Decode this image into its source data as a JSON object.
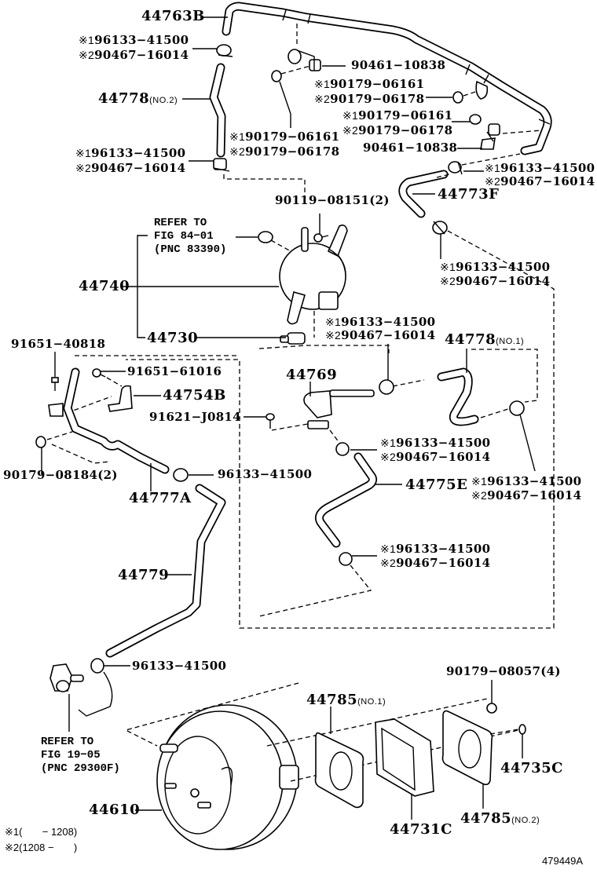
{
  "diagram": {
    "title": "Brake booster & vacuum tube parts diagram",
    "diagram_number": "479449A",
    "notes": [
      {
        "mark": "※1",
        "text": "(       − 1208)"
      },
      {
        "mark": "※2",
        "text": "(1208 −       )"
      }
    ]
  },
  "labels": {
    "tube_44763B": "44763B",
    "clamp_top_left_1": {
      "mark": "※1",
      "pn": "96133−41500"
    },
    "clamp_top_left_2": {
      "mark": "※2",
      "pn": "90467−16014"
    },
    "hose_44778_no2": {
      "pn": "44778",
      "sub": "(NO.2)"
    },
    "clamp_mid_left_1": {
      "mark": "※1",
      "pn": "96133−41500"
    },
    "clamp_mid_left_2": {
      "mark": "※2",
      "pn": "90467−16014"
    },
    "union_top": "90461−10838",
    "nut_a_1": {
      "mark": "※1",
      "pn": "90179−06161"
    },
    "nut_a_2": {
      "mark": "※2",
      "pn": "90179−06178"
    },
    "nut_b_1": {
      "mark": "※1",
      "pn": "90179−06161"
    },
    "nut_b_2": {
      "mark": "※2",
      "pn": "90179−06178"
    },
    "nut_c_1": {
      "mark": "※1",
      "pn": "90179−06161"
    },
    "nut_c_2": {
      "mark": "※2",
      "pn": "90179−06178"
    },
    "union_mid": "90461−10838",
    "clamp_right_1": {
      "mark": "※1",
      "pn": "96133−41500"
    },
    "clamp_right_2": {
      "mark": "※2",
      "pn": "90467−16014"
    },
    "hose_44773F": "44773F",
    "bolt_tank": "90119−08151(2)",
    "refer_fig84": [
      "REFER TO",
      "FIG 84−01",
      "(PNC 83390)"
    ],
    "tank_44740": "44740",
    "clamp_tank_1": {
      "mark": "※1",
      "pn": "96133−41500"
    },
    "clamp_tank_2": {
      "mark": "※2",
      "pn": "90467−16014"
    },
    "valve_44730": "44730",
    "clamp_valve_1": {
      "mark": "※1",
      "pn": "96133−41500"
    },
    "clamp_valve_2": {
      "mark": "※2",
      "pn": "90467−16014"
    },
    "hose_44778_no1": {
      "pn": "44778",
      "sub": "(NO.1)"
    },
    "bolt_91651_40818": "91651−40818",
    "bolt_91651_61016": "91651−61016",
    "bracket_44754B": "44754B",
    "pipe_44769": "44769",
    "bolt_91621_J0814": "91621−J0814",
    "nut_90179_08184": "90179−08184(2)",
    "pipe_44777A": "44777A",
    "clamp_44777A": "96133−41500",
    "clamp_44775E_top_1": {
      "mark": "※1",
      "pn": "96133−41500"
    },
    "clamp_44775E_top_2": {
      "mark": "※2",
      "pn": "90467−16014"
    },
    "hose_44775E": "44775E",
    "clamp_no1_right_1": {
      "mark": "※1",
      "pn": "96133−41500"
    },
    "clamp_no1_right_2": {
      "mark": "※2",
      "pn": "90467−16014"
    },
    "clamp_44775E_bot_1": {
      "mark": "※1",
      "pn": "96133−41500"
    },
    "clamp_44775E_bot_2": {
      "mark": "※2",
      "pn": "90467−16014"
    },
    "hose_44779": "44779",
    "clamp_bottom": "96133−41500",
    "refer_fig19": [
      "REFER TO",
      "FIG 19−05",
      "(PNC 29300F)"
    ],
    "nut_90179_08057": "90179−08057(4)",
    "gasket_44785_no1": {
      "pn": "44785",
      "sub": "(NO.1)"
    },
    "spacer_44731C": "44731C",
    "gasket_44785_no2": {
      "pn": "44785",
      "sub": "(NO.2)"
    },
    "pin_44735C": "44735C",
    "booster_44610": "44610"
  }
}
